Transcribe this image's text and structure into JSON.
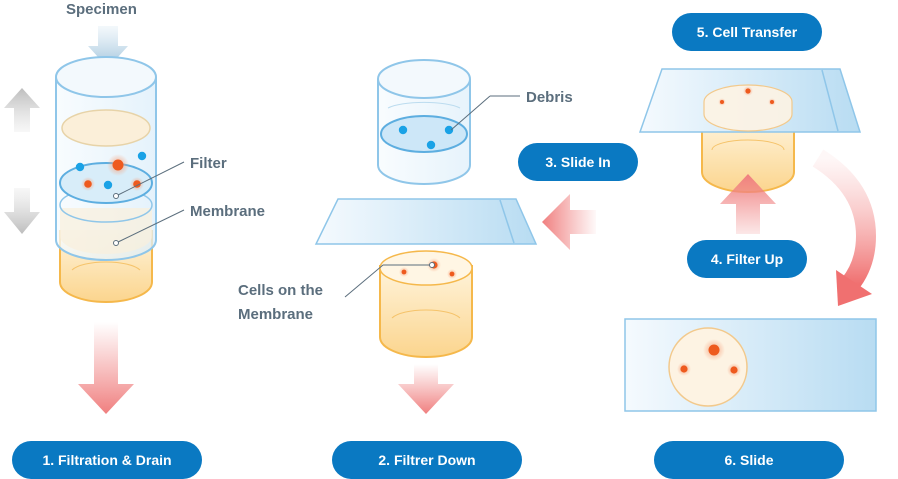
{
  "labels": {
    "specimen": "Specimen",
    "filter": "Filter",
    "membrane": "Membrane",
    "debris": "Debris",
    "cells_on_membrane": "Cells on the Membrane"
  },
  "steps": {
    "s1": "1. Filtration & Drain",
    "s2": "2. Filtrer Down",
    "s3": "3. Slide In",
    "s4": "4. Filter Up",
    "s5": "5. Cell Transfer",
    "s6": "6. Slide"
  },
  "colors": {
    "pill": "#0a79c2",
    "label_text": "#5b6e7d",
    "cell_orange": "#ee5a1e",
    "debris_blue": "#1aa2e6",
    "arrow_red": "#f08080",
    "arrow_gray": "#c4c4c4",
    "arrow_blue": "#a8c8de"
  }
}
